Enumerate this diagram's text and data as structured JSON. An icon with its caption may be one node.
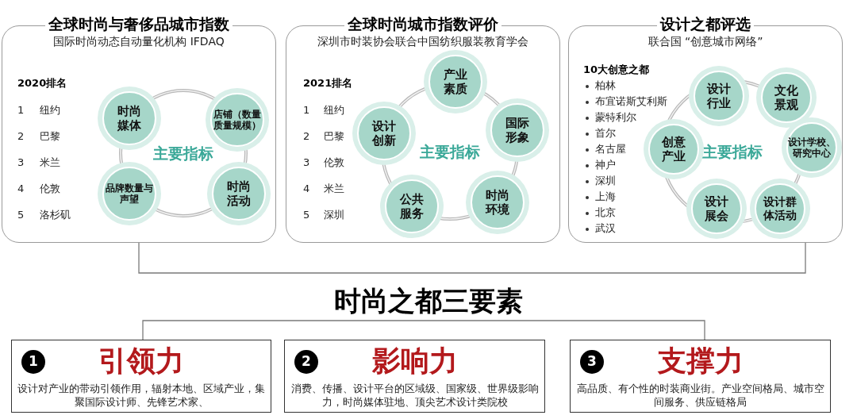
{
  "diagram": {
    "nodes": [
      {
        "text": [
          "全球时尚与奢侈品城市指数",
          "国际时尚动态自动量化机构 IFDAQ"
        ]
      },
      {
        "text": [
          "主要指标"
        ],
        "in": 0
      },
      {
        "text": [
          "时尚媒体"
        ],
        "in": 0
      },
      {
        "text": [
          "店铺（数量质量规模）"
        ],
        "in": 0
      },
      {
        "text": [
          "品牌数量与声望"
        ],
        "in": 0
      },
      {
        "text": [
          "时尚活动"
        ],
        "in": 0
      },
      {
        "text": [
          "全球时尚城市指数评价",
          "深圳市时装协会联合中国纺织服装教育学会"
        ]
      },
      {
        "text": [
          "主要指标"
        ],
        "in": 6
      },
      {
        "text": [
          "产业素质"
        ],
        "in": 6
      },
      {
        "text": [
          "设计创新"
        ],
        "in": 6
      },
      {
        "text": [
          "国际形象"
        ],
        "in": 6
      },
      {
        "text": [
          "公共服务"
        ],
        "in": 6
      },
      {
        "text": [
          "时尚环境"
        ],
        "in": 6
      },
      {
        "text": [
          "设计之都评选",
          "联合国 “创意城市网络”"
        ]
      },
      {
        "text": [
          "主要指标"
        ],
        "in": 13
      },
      {
        "text": [
          "设计行业"
        ],
        "in": 13
      },
      {
        "text": [
          "文化景观"
        ],
        "in": 13
      },
      {
        "text": [
          "创意产业"
        ],
        "in": 13
      },
      {
        "text": [
          "设计学校、研究中心"
        ],
        "in": 13
      },
      {
        "text": [
          "设计展会"
        ],
        "in": 13
      },
      {
        "text": [
          "设计群体活动"
        ],
        "in": 13
      },
      {
        "text": [
          "时尚之都三要素"
        ]
      },
      {
        "text": [
          "1",
          "引领力",
          "设计对产业的带动引领作用，辐射本地、区域产业，集聚国际设计师、先锋艺术家、"
        ]
      },
      {
        "text": [
          "2",
          "影响力",
          "消费、传播、设计平台的区域级、国家级、世界级影响力，时尚媒体驻地、顶尖艺术设计类院校"
        ]
      },
      {
        "text": [
          "3",
          "支撑力",
          "高品质、有个性的时装商业街。产业空间格局、城市空间服务、供应链格局"
        ]
      }
    ],
    "edges": [
      {
        "from": 0,
        "to": 13,
        "arrow": "none"
      },
      {
        "from": 22,
        "to": 24,
        "arrow": "none"
      }
    ],
    "labels": [
      "2020排名",
      "1",
      "纽约",
      "2",
      "巴黎",
      "3",
      "米兰",
      "4",
      "伦敦",
      "5",
      "洛杉矶",
      "2021排名",
      "1",
      "纽约",
      "2",
      "巴黎",
      "3",
      "伦敦",
      "4",
      "米兰",
      "5",
      "深圳",
      "10大创意之都",
      "柏林",
      "布宜诺斯艾利斯",
      "蒙特利尔",
      "首尔",
      "名古屋",
      "神户",
      "深圳",
      "上海",
      "北京",
      "武汉"
    ]
  }
}
